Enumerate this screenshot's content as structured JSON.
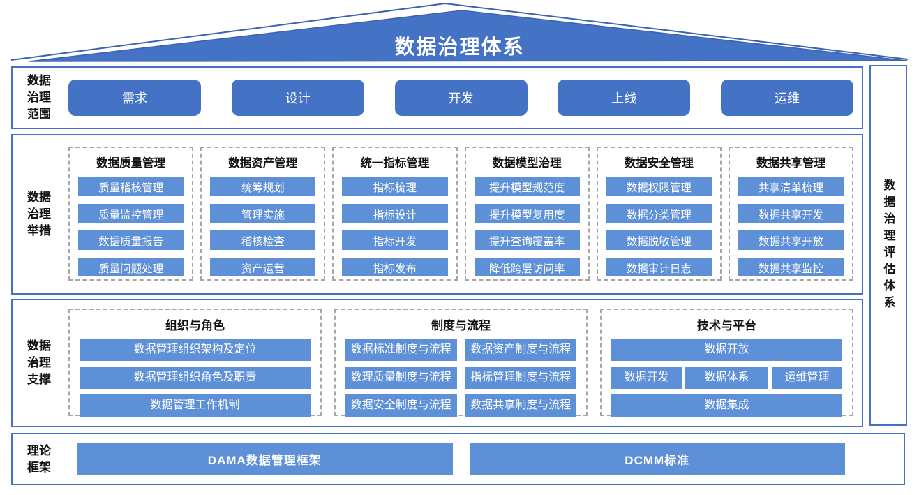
{
  "title": "数据治理体系",
  "colors": {
    "primary_blue": "#4472C4",
    "light_blue": "#5E90D8",
    "frame_border": "#4472C4",
    "dashed_border": "#A6A6A6"
  },
  "scope": {
    "label": "数据\n治理\n范围",
    "items": [
      "需求",
      "设计",
      "开发",
      "上线",
      "运维"
    ]
  },
  "measures": {
    "label": "数据\n治理\n举措",
    "columns": [
      {
        "title": "数据质量管理",
        "items": [
          "质量稽核管理",
          "质量监控管理",
          "数据质量报告",
          "质量问题处理"
        ]
      },
      {
        "title": "数据资产管理",
        "items": [
          "统筹规划",
          "管理实施",
          "稽核检查",
          "资产运营"
        ]
      },
      {
        "title": "统一指标管理",
        "items": [
          "指标梳理",
          "指标设计",
          "指标开发",
          "指标发布"
        ]
      },
      {
        "title": "数据模型治理",
        "items": [
          "提升模型规范度",
          "提升模型复用度",
          "提升查询覆盖率",
          "降低跨层访问率"
        ]
      },
      {
        "title": "数据安全管理",
        "items": [
          "数据权限管理",
          "数据分类管理",
          "数据脱敏管理",
          "数据审计日志"
        ]
      },
      {
        "title": "数据共享管理",
        "items": [
          "共享清单梳理",
          "数据共享开发",
          "数据共享开放",
          "数据共享监控"
        ]
      }
    ]
  },
  "support": {
    "label": "数据\n治理\n支撑",
    "organization": {
      "title": "组织与角色",
      "rows": [
        "数据管理组织架构及定位",
        "数据管理组织角色及职责",
        "数据管理工作机制"
      ]
    },
    "process": {
      "title": "制度与流程",
      "cells": [
        "数据标准制度与流程",
        "数据资产制度与流程",
        "数理质量制度与流程",
        "指标管理制度与流程",
        "数据安全制度与流程",
        "数据共享制度与流程"
      ]
    },
    "technology": {
      "title": "技术与平台",
      "row1": "数据开放",
      "row2": [
        "数据开发",
        "数据体系",
        "运维管理"
      ],
      "row3": "数据集成"
    }
  },
  "evaluation": {
    "label": "数据治理评估体系"
  },
  "theory": {
    "label": "理论\n框架",
    "items": [
      "DAMA数据管理框架",
      "DCMM标准"
    ]
  }
}
